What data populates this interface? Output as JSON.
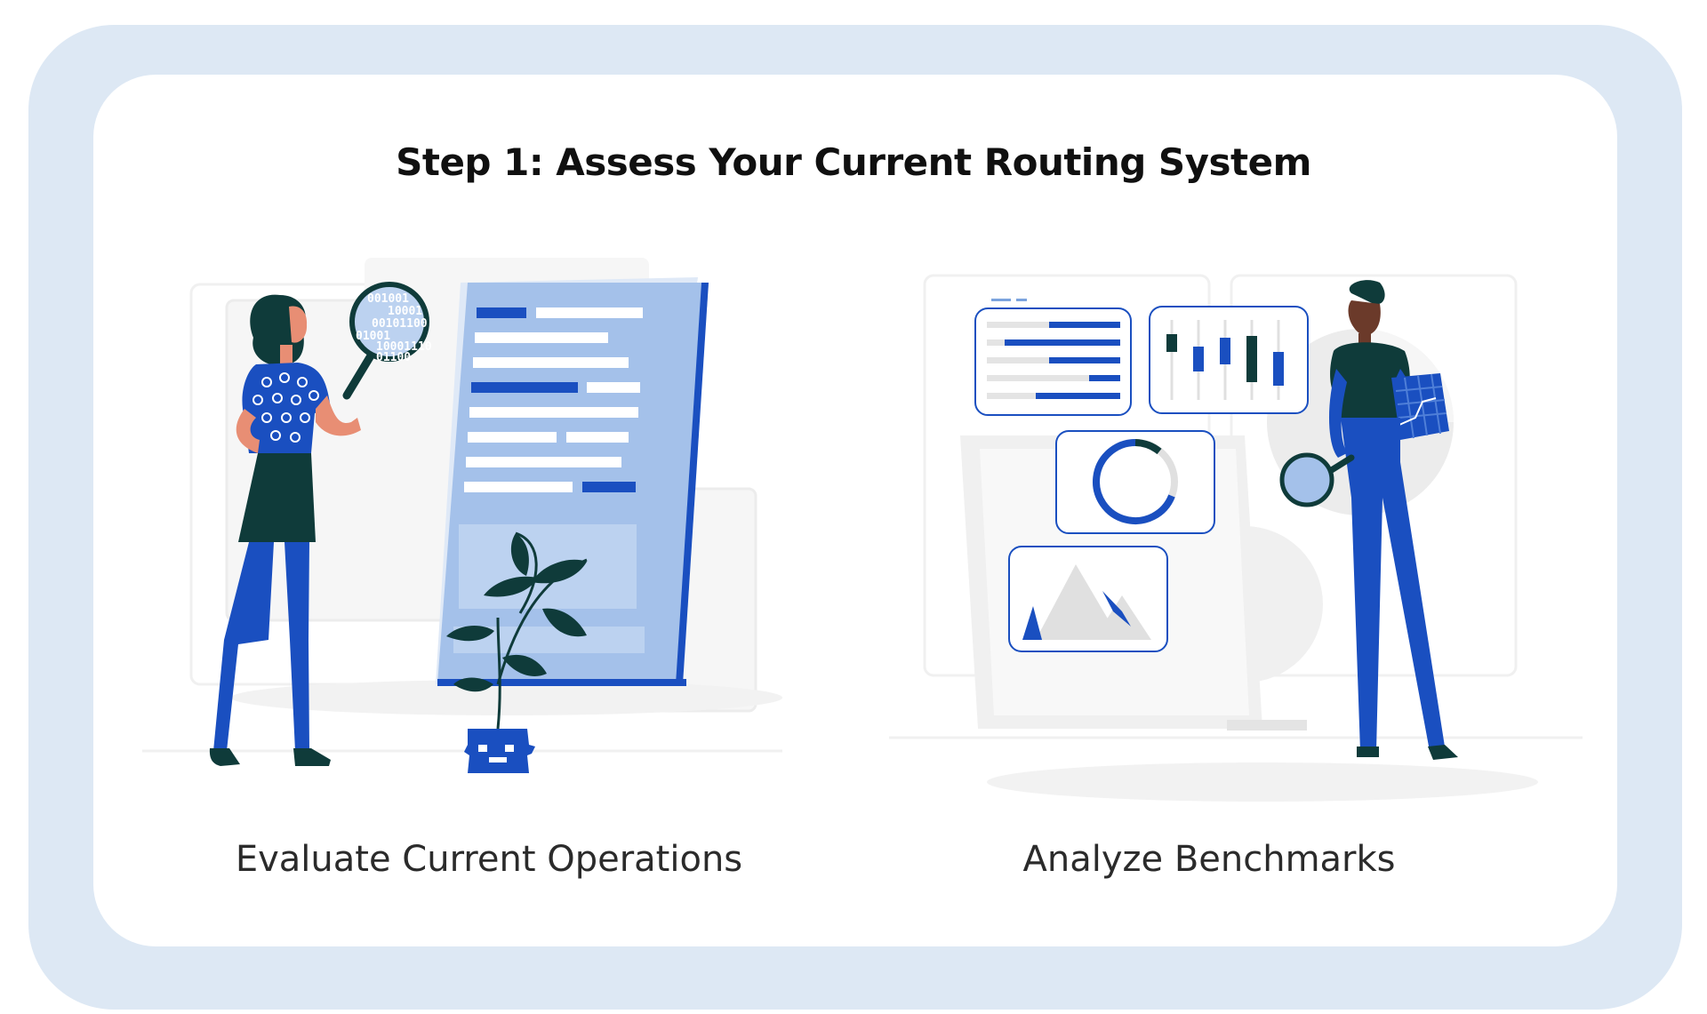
{
  "title": "Step 1: Assess Your Current Routing System",
  "panels": [
    {
      "caption": "Evaluate Current Operations"
    },
    {
      "caption": "Analyze Benchmarks"
    }
  ],
  "magnifier_text": [
    "001001",
    "10001",
    "00101100",
    "01001",
    "10001110",
    "01100"
  ],
  "colors": {
    "frame": "#dde8f4",
    "card": "#ffffff",
    "accent_blue": "#1a4fc0",
    "light_blue": "#a4c1ea",
    "dark_teal": "#0f3b3a",
    "skin_light": "#e88e74",
    "skin_dark": "#6b3a2a",
    "gray": "#e6e6e6"
  }
}
